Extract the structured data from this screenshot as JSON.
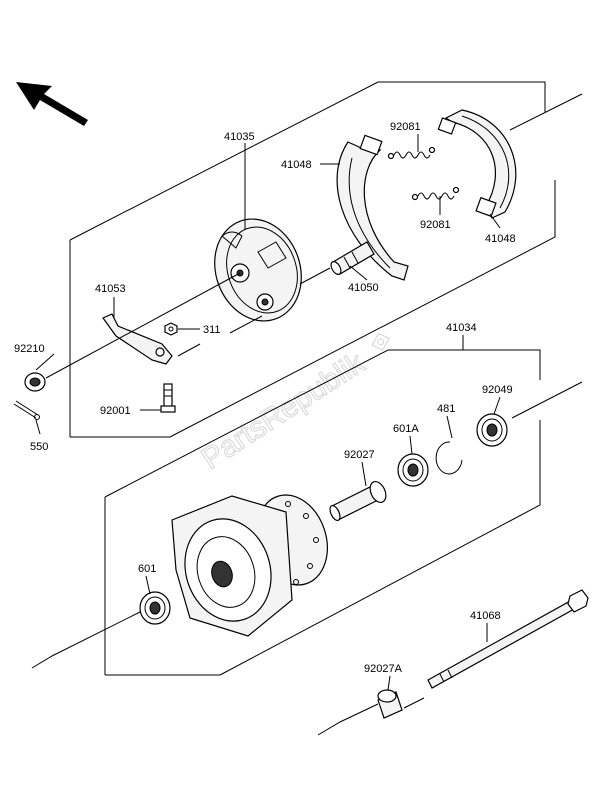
{
  "watermark": "PartsRepublik",
  "labels": {
    "p41035": "41035",
    "p41048a": "41048",
    "p92081a": "92081",
    "p92081b": "92081",
    "p41048b": "41048",
    "p41050": "41050",
    "p41053": "41053",
    "p311": "311",
    "p92210": "92210",
    "p92001": "92001",
    "p550": "550",
    "p41034": "41034",
    "p92049": "92049",
    "p481": "481",
    "p601A": "601A",
    "p92027": "92027",
    "p601": "601",
    "p41068": "41068",
    "p92027A": "92027A"
  },
  "icons": {
    "orientation": "direction-arrow-icon",
    "seal": "parts-republik-seal-icon"
  }
}
